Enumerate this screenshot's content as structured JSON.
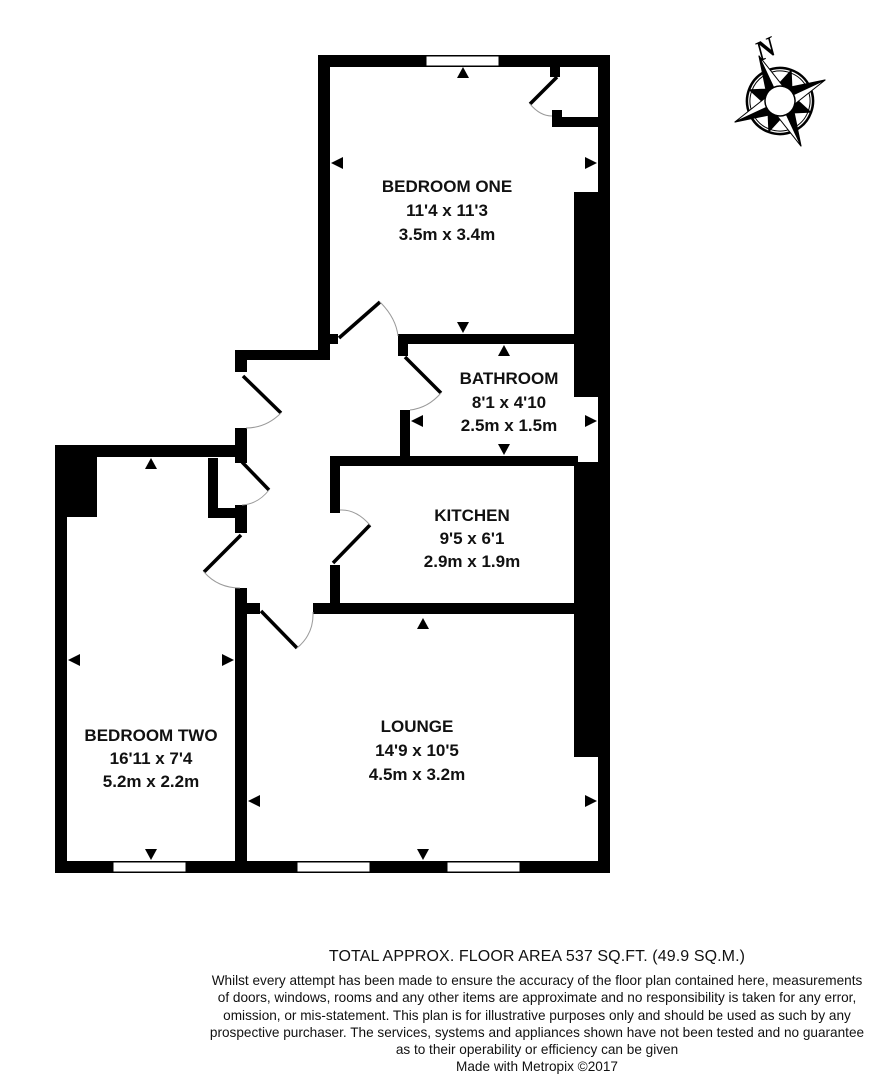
{
  "plan": {
    "wall_color": "#000000",
    "background": "#ffffff",
    "door_arc_color": "#9a9a9a"
  },
  "compass": {
    "north_label": "N"
  },
  "rooms": [
    {
      "name": "BEDROOM ONE",
      "imperial": "11'4 x 11'3",
      "metric": "3.5m x 3.4m"
    },
    {
      "name": "BATHROOM",
      "imperial": "8'1 x 4'10",
      "metric": "2.5m x 1.5m"
    },
    {
      "name": "KITCHEN",
      "imperial": "9'5 x 6'1",
      "metric": "2.9m x 1.9m"
    },
    {
      "name": "BEDROOM TWO",
      "imperial": "16'11 x 7'4",
      "metric": "5.2m x 2.2m"
    },
    {
      "name": "LOUNGE",
      "imperial": "14'9 x 10'5",
      "metric": "4.5m x 3.2m"
    }
  ],
  "footer": {
    "total_area": "TOTAL APPROX. FLOOR AREA 537 SQ.FT. (49.9 SQ.M.)",
    "disclaimer_lines": [
      "Whilst every attempt has been made to ensure the accuracy of the floor plan contained here, measurements",
      "of doors, windows, rooms and any other items are approximate and no responsibility is taken for any error,",
      "omission, or mis-statement. This plan is for illustrative purposes only and should be used as such by any",
      "prospective purchaser. The services, systems and appliances shown have not been tested and no guarantee",
      "as to their operability or efficiency can be given"
    ],
    "credit": "Made with Metropix ©2017"
  }
}
